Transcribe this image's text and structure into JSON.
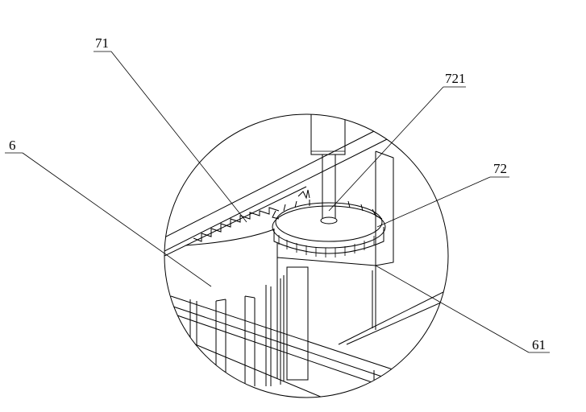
{
  "labels": {
    "part_71": "71",
    "part_721": "721",
    "part_6": "6",
    "part_72": "72",
    "part_61": "61"
  },
  "colors": {
    "line": "#000000",
    "background": "#ffffff"
  }
}
